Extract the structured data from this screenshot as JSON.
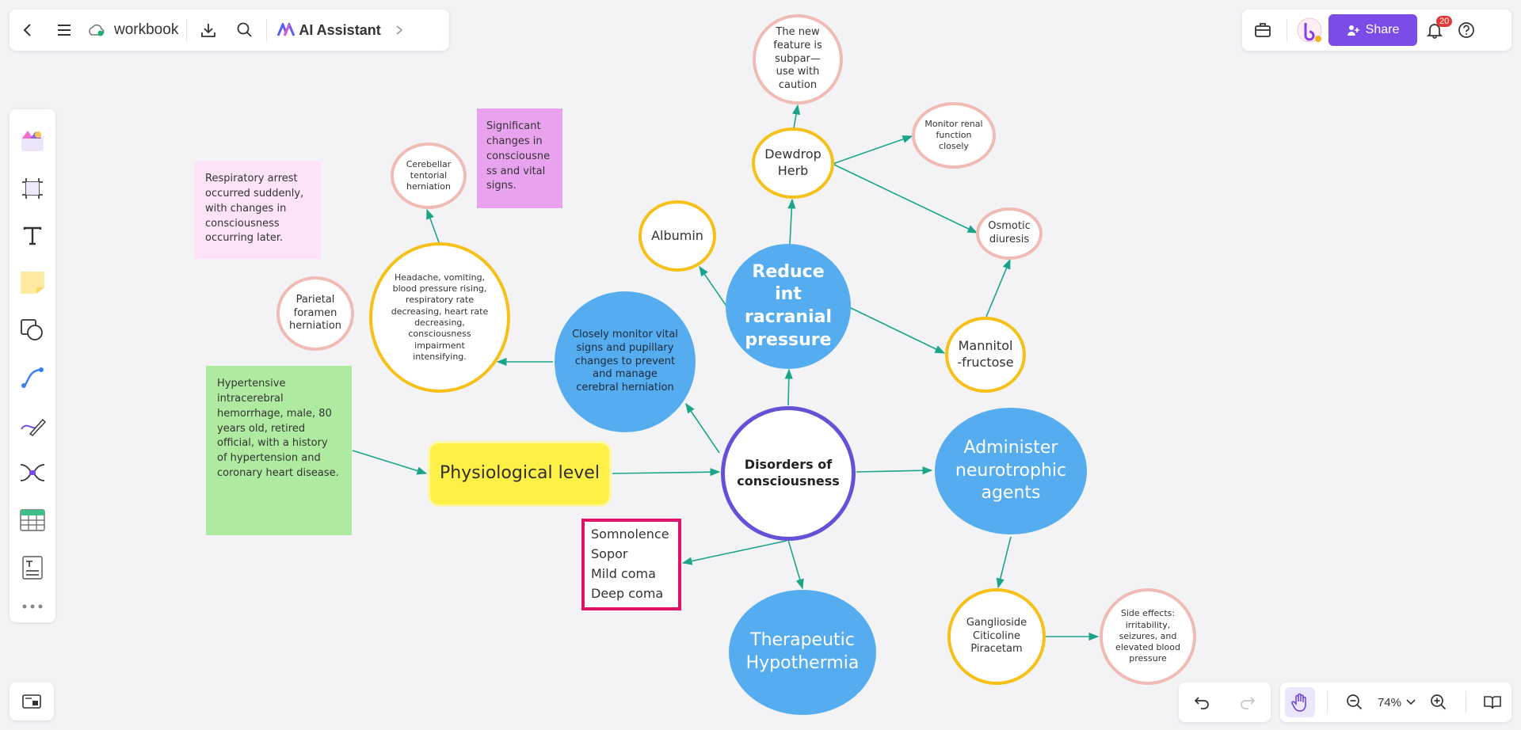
{
  "toolbar": {
    "doc_title": "workbook",
    "ai_assistant_label": "AI Assistant",
    "share_label": "Share",
    "notification_count": "20",
    "zoom_level": "74%"
  },
  "colors": {
    "accent": "#7b4ce8",
    "edge": "#1aa58a",
    "center_ring": "#6352d8",
    "blue_node": "#55adef",
    "yellow_ring": "#f6c019",
    "pink_ring": "#f0bbb4",
    "red_box": "#e0126a"
  },
  "left_toolbar_icons": [
    "templates-icon",
    "frame-icon",
    "text-icon",
    "sticky-note-icon",
    "shape-icon",
    "connector-icon",
    "pen-icon",
    "mindmap-icon",
    "table-icon",
    "document-icon",
    "more-icon"
  ],
  "mindmap": {
    "center": "Disorders of consciousness",
    "physiological": "Physiological level",
    "reduce_icp": "Reduce int racranial pressure",
    "neurotrophic": "Administer neurotrophic agents",
    "hypothermia": "Therapeutic Hypothermia",
    "monitor": "Closely monitor vital signs and pupillary changes to prevent and manage cerebral herniation",
    "symptoms": "Headache, vomiting, blood pressure rising, respiratory rate decreasing, heart rate decreasing, consciousness impairment intensifying.",
    "cerebellar": "Cerebellar tentorial herniation",
    "parietal": "Parietal foramen herniation",
    "albumin": "Albumin",
    "dewdrop": "Dewdrop Herb",
    "new_feature": "The new feature is subpar—use with caution",
    "renal": "Monitor renal function closely",
    "osmotic": "Osmotic diuresis",
    "mannitol": "Mannitol -fructose",
    "ganglioside": "Ganglioside Citicoline Piracetam",
    "side_effects": "Side effects: irritability, seizures, and elevated blood pressure",
    "levels": [
      "Somnolence",
      "Sopor",
      "Mild coma",
      "Deep coma"
    ]
  },
  "notes": {
    "respiratory": "Respiratory arrest occurred suddenly, with changes in consciousness occurring later.",
    "significant": "Significant changes in consciousne ss and vital signs.",
    "case": "Hypertensive intracerebral hemorrhage, male, 80 years old, retired official, with a history of hypertension and coronary heart disease."
  }
}
